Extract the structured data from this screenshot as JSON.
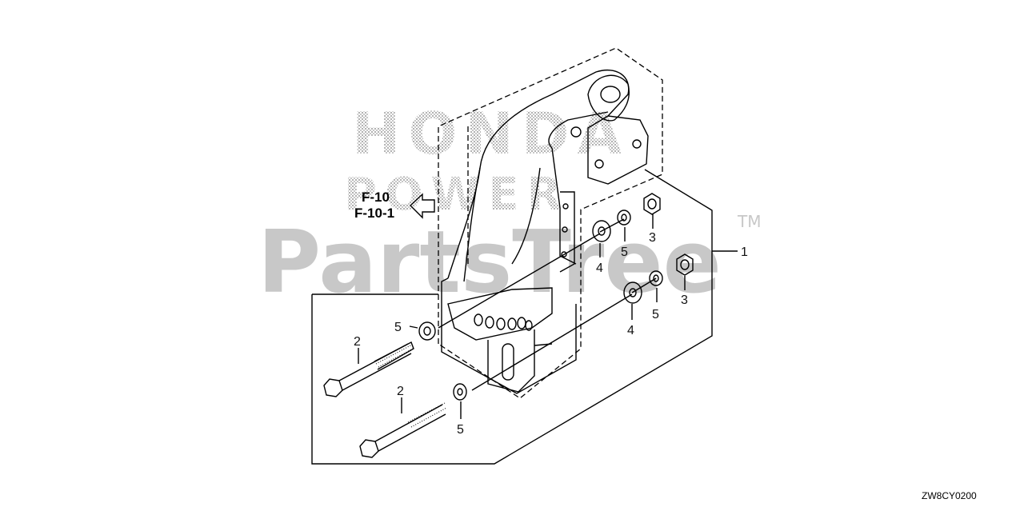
{
  "diagram": {
    "callouts": {
      "c1": "1",
      "c2a": "2",
      "c2b": "2",
      "c3a": "3",
      "c3b": "3",
      "c4a": "4",
      "c4b": "4",
      "c5a": "5",
      "c5b": "5",
      "c5c": "5",
      "c5d": "5"
    },
    "references": [
      "F-10",
      "F-10-1"
    ],
    "diagram_code": "ZW8CY0200"
  },
  "watermark": {
    "brand_top": "HONDA",
    "brand_mid": "POWER",
    "brand_main": "PartsTree",
    "trademark": "TM"
  },
  "colors": {
    "line": "#000000",
    "watermark": "#c8c8c8",
    "background": "#ffffff"
  }
}
